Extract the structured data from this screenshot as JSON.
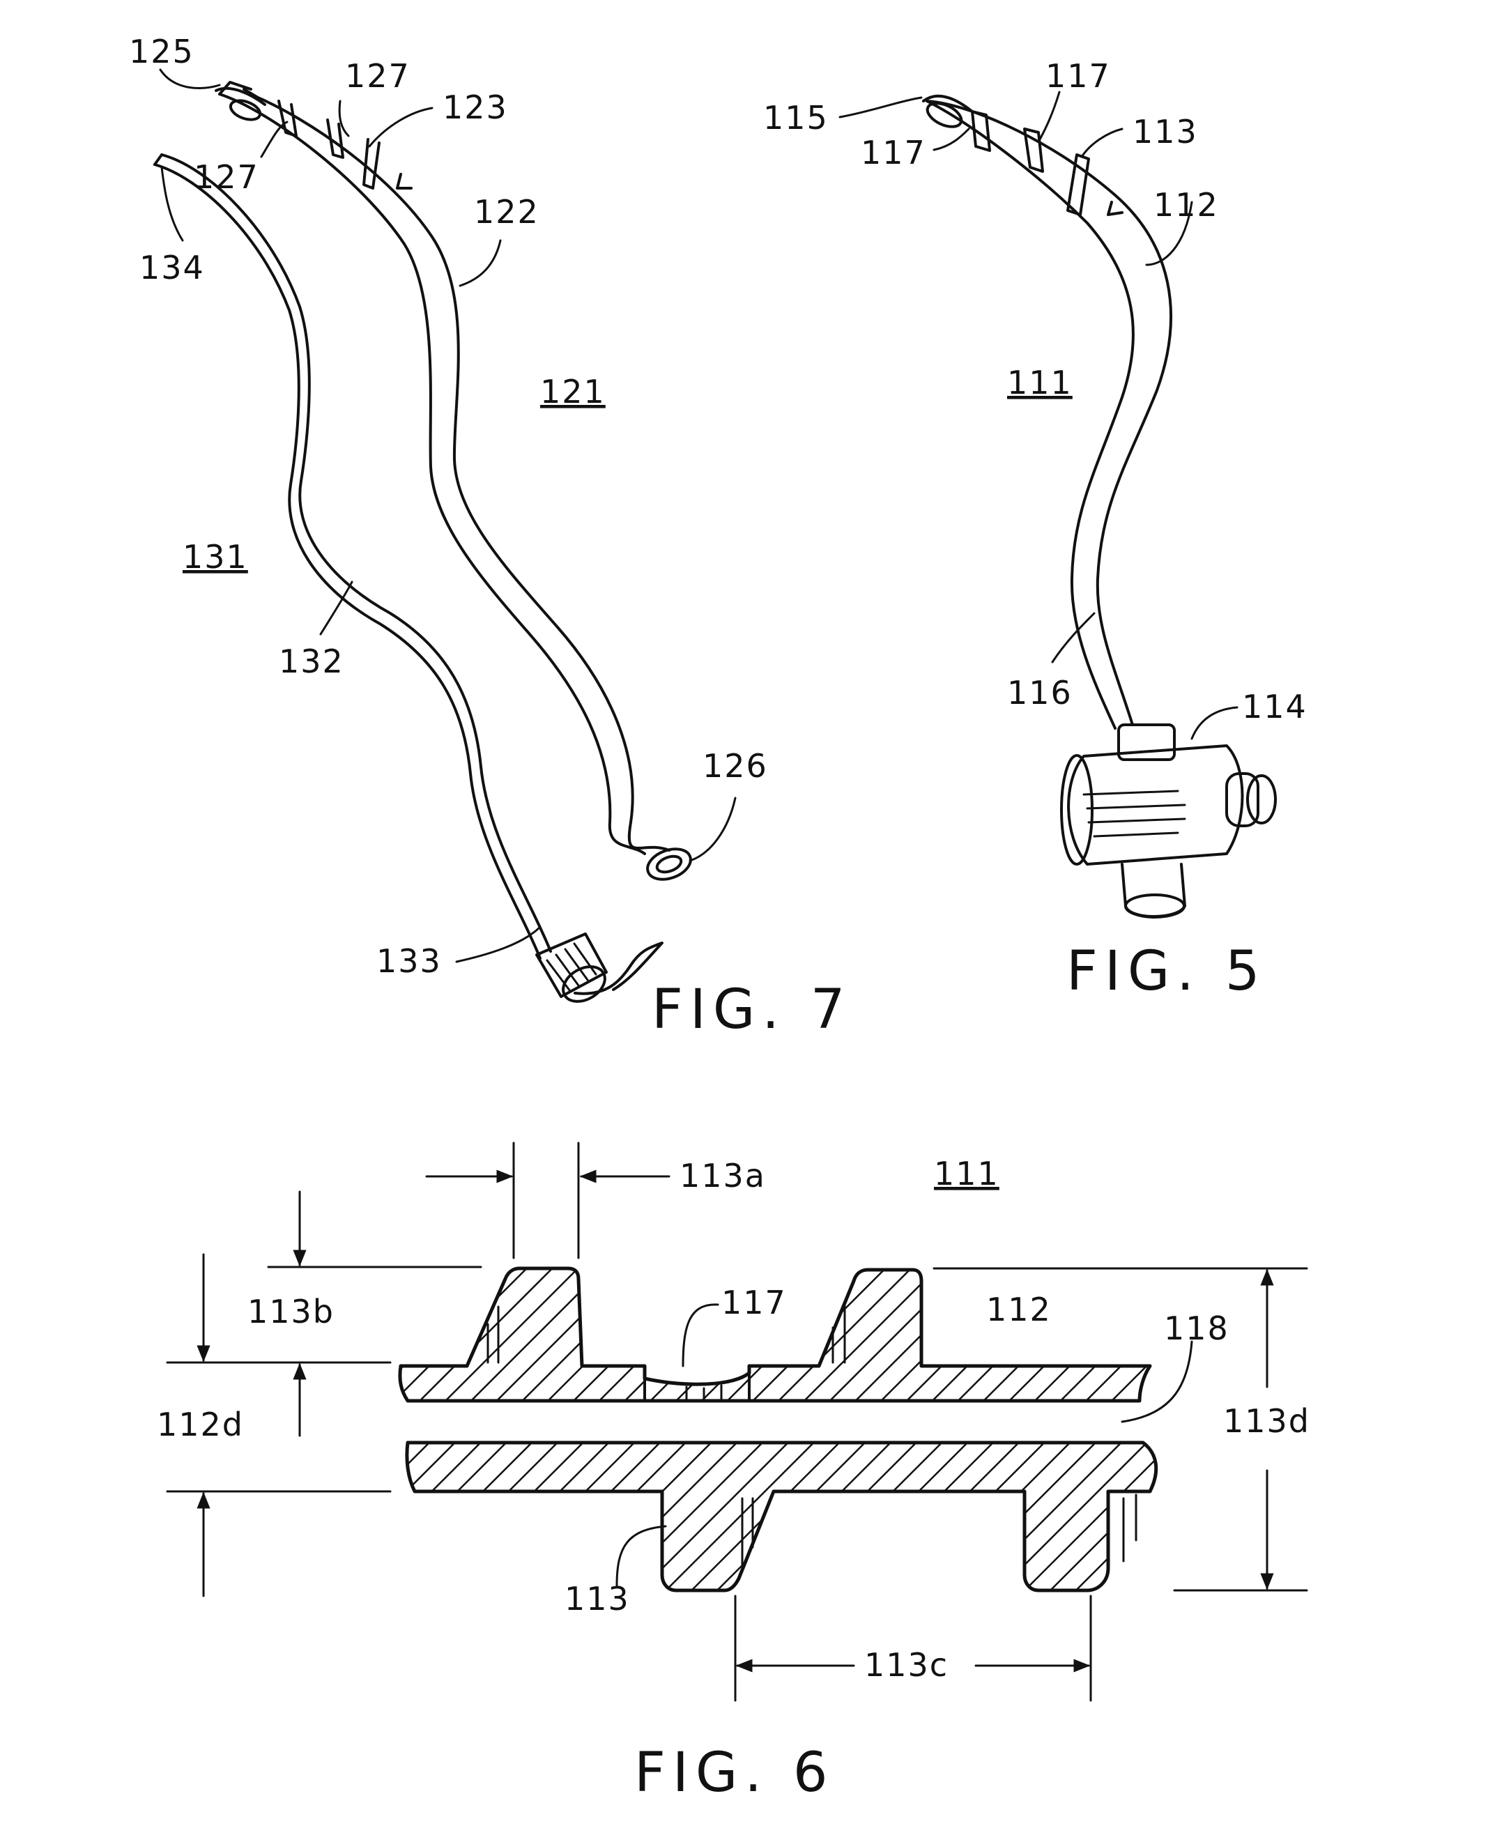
{
  "fig7": {
    "caption": "FIG. 7",
    "labels": {
      "l125": "125",
      "l127a": "127",
      "l127b": "127",
      "l123": "123",
      "l134": "134",
      "l122": "122",
      "l121": "121",
      "l131": "131",
      "l132": "132",
      "l126": "126",
      "l133": "133"
    }
  },
  "fig5": {
    "caption": "FIG. 5",
    "labels": {
      "l115": "115",
      "l117a": "117",
      "l117b": "117",
      "l113": "113",
      "l112": "112",
      "l111": "111",
      "l116": "116",
      "l114": "114"
    }
  },
  "fig6": {
    "caption": "FIG. 6",
    "labels": {
      "l113a": "113a",
      "l111": "111",
      "l113b": "113b",
      "l117": "117",
      "l112": "112",
      "l118": "118",
      "l112d": "112d",
      "l113d": "113d",
      "l113": "113",
      "l113c": "113c"
    }
  }
}
